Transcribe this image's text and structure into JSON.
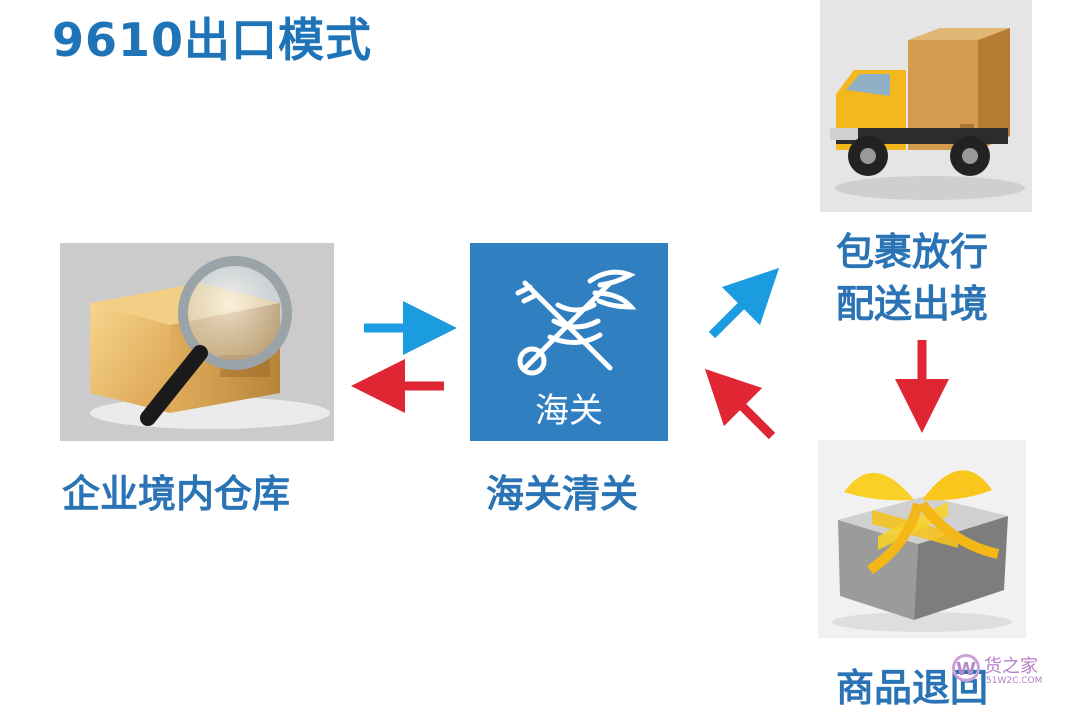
{
  "title": "9610出口模式",
  "nodes": {
    "warehouse": {
      "label": "企业境内仓库"
    },
    "customs": {
      "label": "海关清关",
      "icon_text": "海关",
      "icon": "customs-emblem-icon"
    },
    "release": {
      "label_line1": "包裹放行",
      "label_line2": "配送出境"
    },
    "return": {
      "label": "商品退回"
    }
  },
  "watermark": {
    "brand": "货之家",
    "url": "51W2C.COM"
  },
  "colors": {
    "title": "#1f74b8",
    "label": "#2a73b5",
    "arrow_blue": "#1b9be0",
    "arrow_red": "#e02533",
    "customs_bg": "#2f7fc1"
  }
}
